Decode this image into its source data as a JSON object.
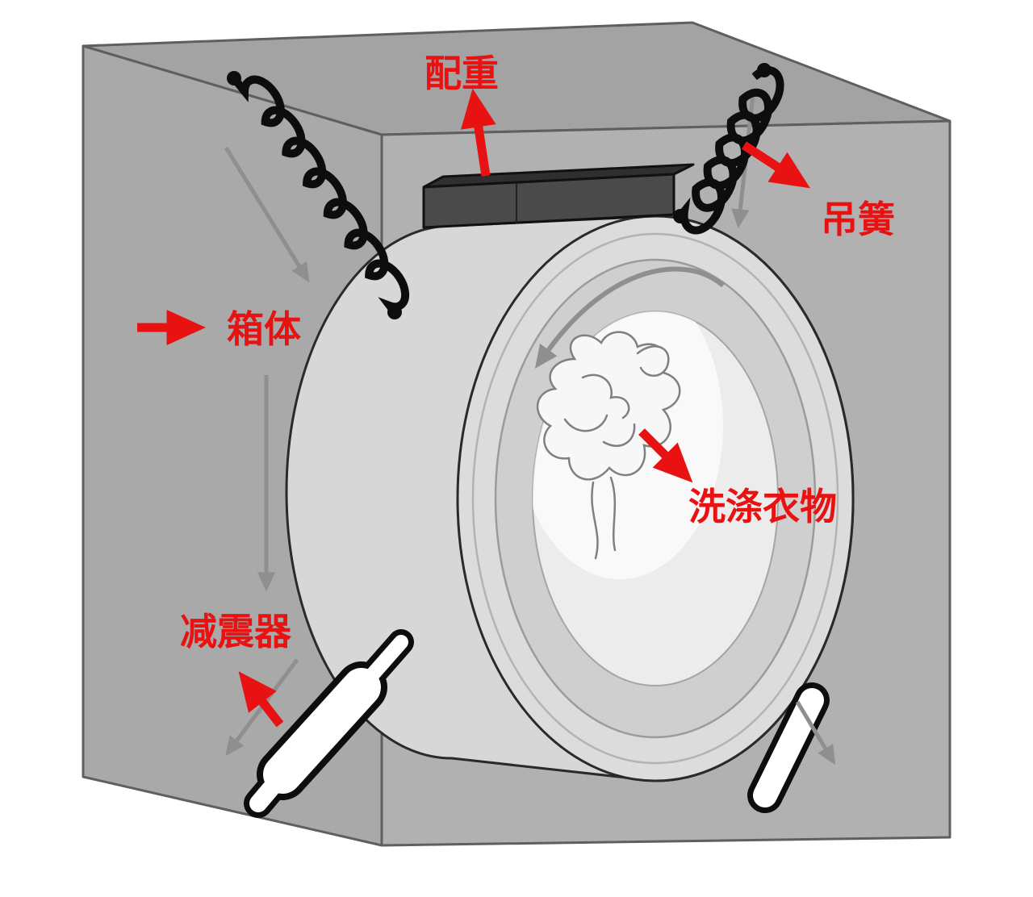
{
  "figure": {
    "type": "washing-machine-suspension-diagram",
    "labels": {
      "counterweight": "配重",
      "suspension_spring": "吊簧",
      "cabinet": "箱体",
      "laundry": "洗涤衣物",
      "damper": "减震器"
    },
    "colors": {
      "label_red": "#e81212",
      "box_top": "#a3a3a3",
      "box_left": "#a9a9a9",
      "box_front": "#b1b1b1",
      "drum": "#d7d7d7",
      "window": "#ececec",
      "counterweight_block": "#4a4a4a",
      "spring_black": "#0d0d0d",
      "motion_gray": "#8f8f8f",
      "outline": "#2a2a2a"
    }
  }
}
